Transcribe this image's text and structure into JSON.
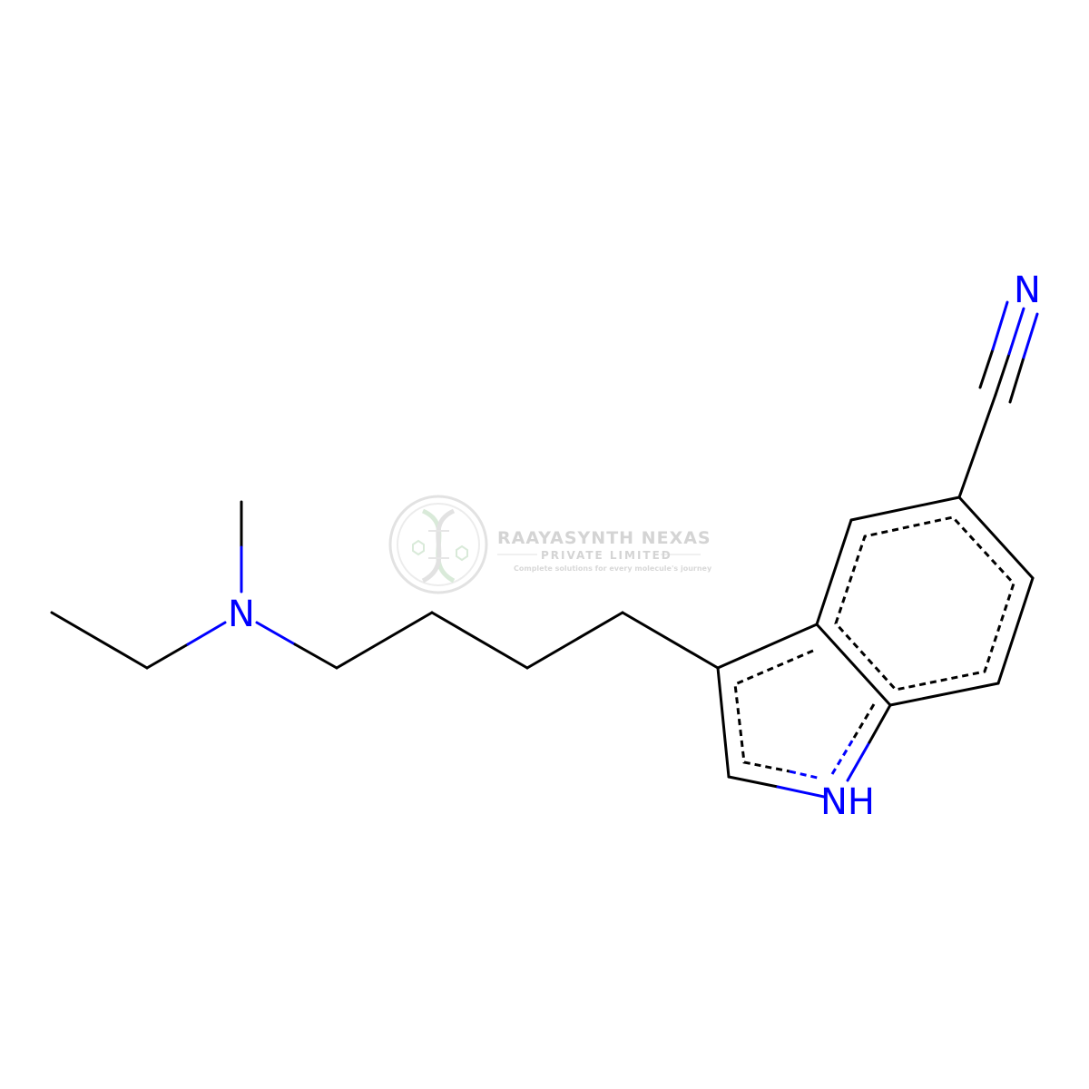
{
  "molecule": {
    "atoms": {
      "amine_n": "N",
      "indole_nh": "NH",
      "nitrile_n": "N"
    }
  },
  "watermark": {
    "company": "RAAYASYNTH NEXAS",
    "subtitle": "PRIVATE LIMITED",
    "tagline": "Complete solutions for every molecule's journey",
    "logo": "dna-helix-logo",
    "color": "#d4d4d4"
  },
  "colors": {
    "bond": "#000000",
    "nitrogen": "#0000ff",
    "background": "#ffffff"
  }
}
